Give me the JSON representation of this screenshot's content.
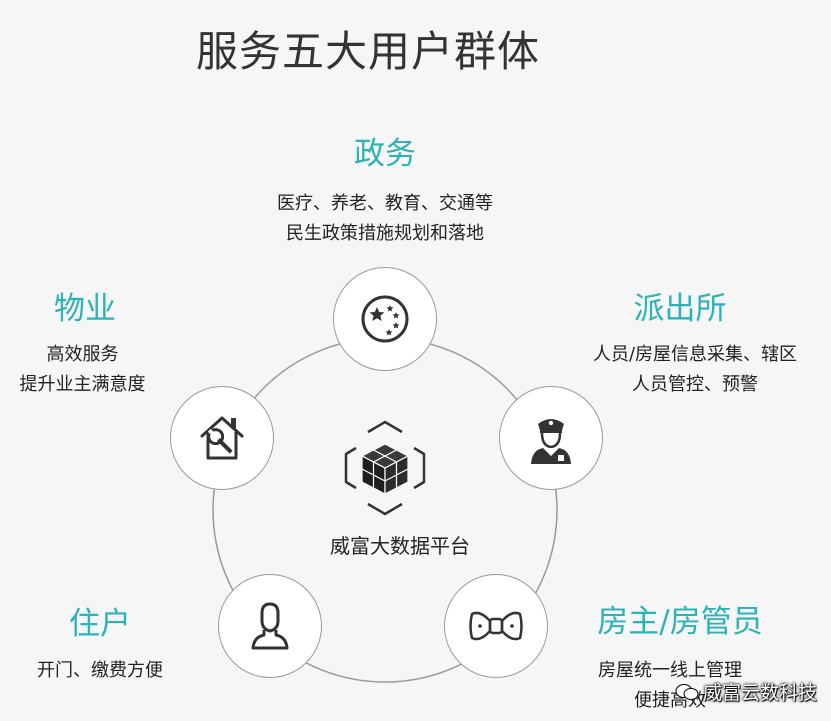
{
  "title": "服务五大用户群体",
  "center": {
    "label": "威富大数据平台",
    "icon": "data-cube-icon"
  },
  "groups": [
    {
      "id": "gov",
      "title": "政务",
      "desc": [
        "医疗、养老、教育、交通等",
        "民生政策措施规划和落地"
      ],
      "icon": "emblem-stars-icon"
    },
    {
      "id": "police",
      "title": "派出所",
      "desc": [
        "人员/房屋信息采集、辖区",
        "人员管控、预警"
      ],
      "icon": "police-officer-icon"
    },
    {
      "id": "landlord",
      "title": "房主/房管员",
      "desc": [
        "房屋统一线上管理",
        "便捷高效"
      ],
      "icon": "bow-tie-icon"
    },
    {
      "id": "resident",
      "title": "住户",
      "desc": [
        "开门、缴费方便"
      ],
      "icon": "person-icon"
    },
    {
      "id": "property",
      "title": "物业",
      "desc": [
        "高效服务",
        "提升业主满意度"
      ],
      "icon": "house-wrench-icon"
    }
  ],
  "watermark": {
    "text": "威富云数科技",
    "icon": "wechat-icon"
  },
  "colors": {
    "accent": "#2bb3b8",
    "ring": "#9a9a9a",
    "text": "#222222",
    "title": "#333333"
  }
}
